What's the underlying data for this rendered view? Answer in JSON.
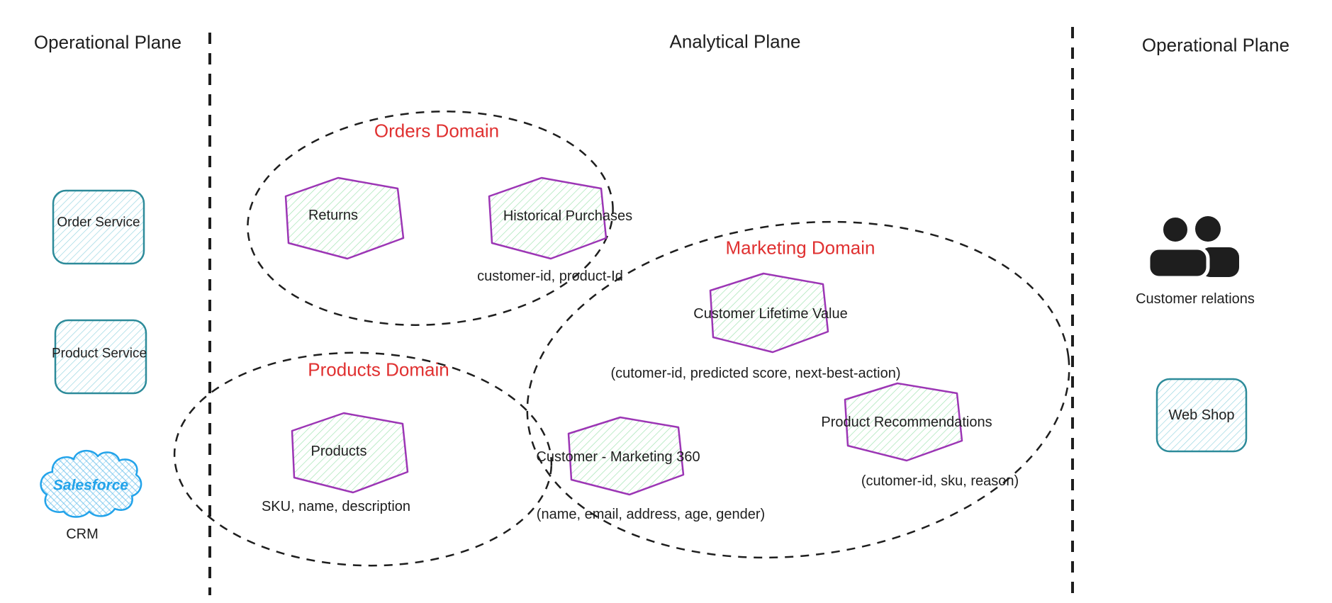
{
  "planes": {
    "left": "Operational Plane",
    "center": "Analytical Plane",
    "right": "Operational Plane"
  },
  "colors": {
    "ink": "#1e1e1e",
    "domain_title_red": "#e03131",
    "hexagon_stroke_purple": "#9c36b5",
    "hexagon_fill_green_hatch": "#57cd74",
    "service_box_teal": "#2d8b9a",
    "salesforce_blue": "#22a3ea"
  },
  "operational_left": {
    "order_service": "Order Service",
    "product_service": "Product Service",
    "salesforce_label": "Salesforce",
    "salesforce_icon": "cloud-icon",
    "crm_label": "CRM"
  },
  "analytical": {
    "orders_domain": {
      "title": "Orders Domain",
      "data_products": [
        "Returns",
        "Historical Purchases"
      ],
      "attributes": "customer-id, product-Id"
    },
    "products_domain": {
      "title": "Products Domain",
      "data_products": [
        "Products"
      ],
      "attributes": "SKU, name, description"
    },
    "marketing_domain": {
      "title": "Marketing Domain",
      "customer_lifetime_value": {
        "label": "Customer Lifetime Value",
        "attributes": "(cutomer-id, predicted score, next-best-action)"
      },
      "customer_marketing_360": {
        "label": "Customer - Marketing 360",
        "attributes": "(name, email, address, age, gender)"
      },
      "product_recommendations": {
        "label": "Product Recommendations",
        "attributes": "(cutomer-id, sku, reason)"
      }
    }
  },
  "operational_right": {
    "customer_relations": "Customer relations",
    "customer_relations_icon": "people-icon",
    "web_shop": "Web Shop"
  }
}
